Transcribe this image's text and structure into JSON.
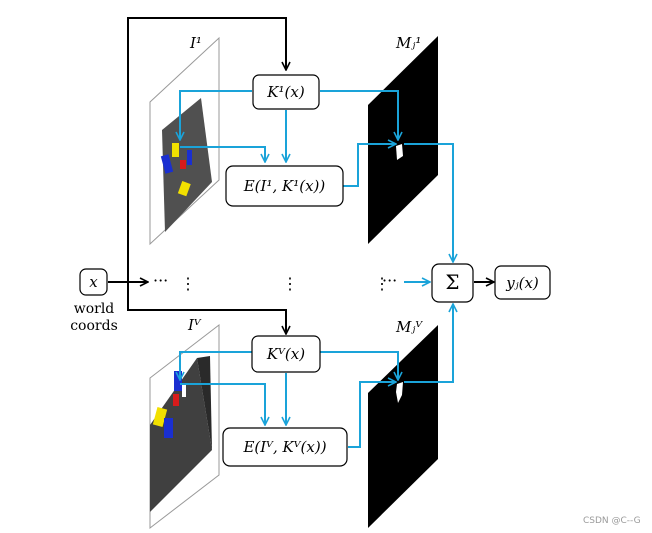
{
  "nodes": {
    "input": "x",
    "input_caption_line1": "world",
    "input_caption_line2": "coords",
    "k_top": "K¹(x)",
    "e_top": "E(I¹, K¹(x))",
    "k_bottom": "Kⱽ(x)",
    "e_bottom": "E(Iⱽ, Kⱽ(x))",
    "sum": "Σ",
    "output": "yⱼ(x)"
  },
  "labels": {
    "image_top": "I¹",
    "image_bottom": "Iⱽ",
    "mask_top": "Mⱼ¹",
    "mask_bottom": "Mⱼⱽ"
  },
  "ellipsis": {
    "horizontal": "···",
    "vertical": "⋮"
  },
  "watermark": "CSDN @C--G",
  "colors": {
    "arrow_black": "#000000",
    "arrow_cyan": "#1aa3d9",
    "plane_gray": "#505050",
    "mask_black": "#000000",
    "cube_blue": "#1a2fd1",
    "cube_yellow": "#f2e000",
    "cube_red": "#d81b1b"
  }
}
